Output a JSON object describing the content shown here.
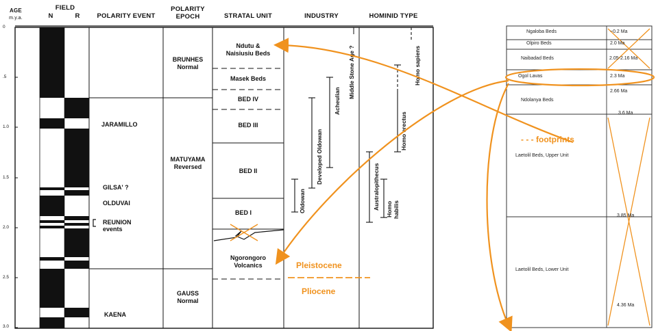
{
  "headers": {
    "age_line1": "AGE",
    "age_line2": "m.y.a.",
    "field": "FIELD",
    "field_n": "N",
    "field_r": "R",
    "polarity_event": "POLARITY EVENT",
    "polarity_epoch_line1": "POLARITY",
    "polarity_epoch_line2": "EPOCH",
    "stratal_unit": "STRATAL UNIT",
    "industry": "INDUSTRY",
    "hominid_type": "HOMINID TYPE"
  },
  "age_ticks": [
    "0",
    ".5",
    "1.0",
    "1.5",
    "2.0",
    "2.5",
    "3.0"
  ],
  "polarity_events": {
    "jaramillo": "JARAMILLO",
    "gilsa": "GILSA' ?",
    "olduvai": "OLDUVAI",
    "reunion_line1": "REUNION",
    "reunion_line2": "events",
    "kaena": "KAENA"
  },
  "epochs": {
    "brunhes": "BRUNHES",
    "brunhes_sub": "Normal",
    "matuyama": "MATUYAMA",
    "matuyama_sub": "Reversed",
    "gauss": "GAUSS",
    "gauss_sub": "Normal"
  },
  "stratal_units": {
    "ndutu_line1": "Ndutu  &",
    "ndutu_line2": "Naisiusiu  Beds",
    "masek": "Masek  Beds",
    "bed4": "BED  IV",
    "bed3": "BED  III",
    "bed2": "BED  II",
    "bed1": "BED  I",
    "ngorongoro_line1": "Ngorongoro",
    "ngorongoro_line2": "Volcanics"
  },
  "industries": {
    "oldowan": "Oldowan",
    "developed_oldowan": "Developed Oldowan",
    "acheulian": "Acheulian",
    "middle_stone_age": "Middle Stone Age ?"
  },
  "hominids": {
    "homo_sapiens": "Homo sapiens",
    "homo_erectus": "Homo erectus",
    "australopithecus": "Australopithecus",
    "homo_habilis_line1": "Homo",
    "homo_habilis_line2": "habilis"
  },
  "annotations": {
    "pleistocene": "Pleistocene",
    "pliocene": "Pliocene",
    "footprints": "- - - footprints"
  },
  "right_table": {
    "rows": [
      {
        "name": "Ngaloba Beds",
        "age": "~0.2 Ma"
      },
      {
        "name": "Olpiro Beds",
        "age": "2.0 Ma"
      },
      {
        "name": "Naibadad Beds",
        "age": "2.05-2.16 Ma"
      },
      {
        "name": "Ogol Lavas",
        "age": "2.3 Ma"
      },
      {
        "name": "Ndolanya Beds",
        "age": "2.66 Ma"
      },
      {
        "name": "Laetolil Beds, Upper Unit",
        "age": ""
      },
      {
        "name": "Laetolil Beds, Lower Unit",
        "age": ""
      }
    ],
    "boundary_ages": {
      "upper_top": "3.6 Ma",
      "lower_top": "3.85 Ma",
      "lower_inner": "4.36 Ma"
    }
  },
  "colors": {
    "accent": "#f0921e",
    "ink": "#111111",
    "table_border": "#333333"
  }
}
